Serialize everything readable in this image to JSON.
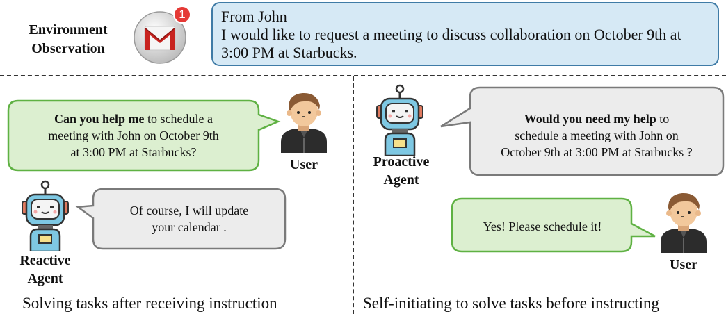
{
  "header": {
    "env_line1": "Environment",
    "env_line2": "Observation",
    "notification_count": "1",
    "email_from": "From John",
    "email_body": "I would like to request a meeting to discuss collaboration on October 9th at 3:00 PM at Starbucks."
  },
  "left": {
    "user_bubble_bold": "Can you help me",
    "user_bubble_rest_1": " to schedule a",
    "user_bubble_line2": "meeting with John on October 9th",
    "user_bubble_line3": "at 3:00 PM at Starbucks?",
    "user_label": "User",
    "agent_bubble_line1": "Of course, I will update",
    "agent_bubble_line2": "your calendar .",
    "agent_label_1": "Reactive",
    "agent_label_2": "Agent",
    "caption": "Solving tasks after receiving instruction"
  },
  "right": {
    "agent_bubble_bold": "Would you need my help",
    "agent_bubble_rest_1": " to",
    "agent_bubble_line2": "schedule a meeting with John on",
    "agent_bubble_line3": "October 9th at 3:00 PM at Starbucks ?",
    "agent_label_1": "Proactive",
    "agent_label_2": "Agent",
    "user_bubble": "Yes! Please schedule it!",
    "user_label": "User",
    "caption": "Self-initiating to solve tasks before instructing"
  },
  "colors": {
    "green_bubble_fill": "#dcefd0",
    "green_bubble_border": "#5fb143",
    "gray_bubble_fill": "#ececec",
    "gray_bubble_border": "#7a7a7a",
    "email_fill": "#d6e9f5",
    "email_border": "#3f7ba6",
    "badge_red": "#e53935"
  }
}
